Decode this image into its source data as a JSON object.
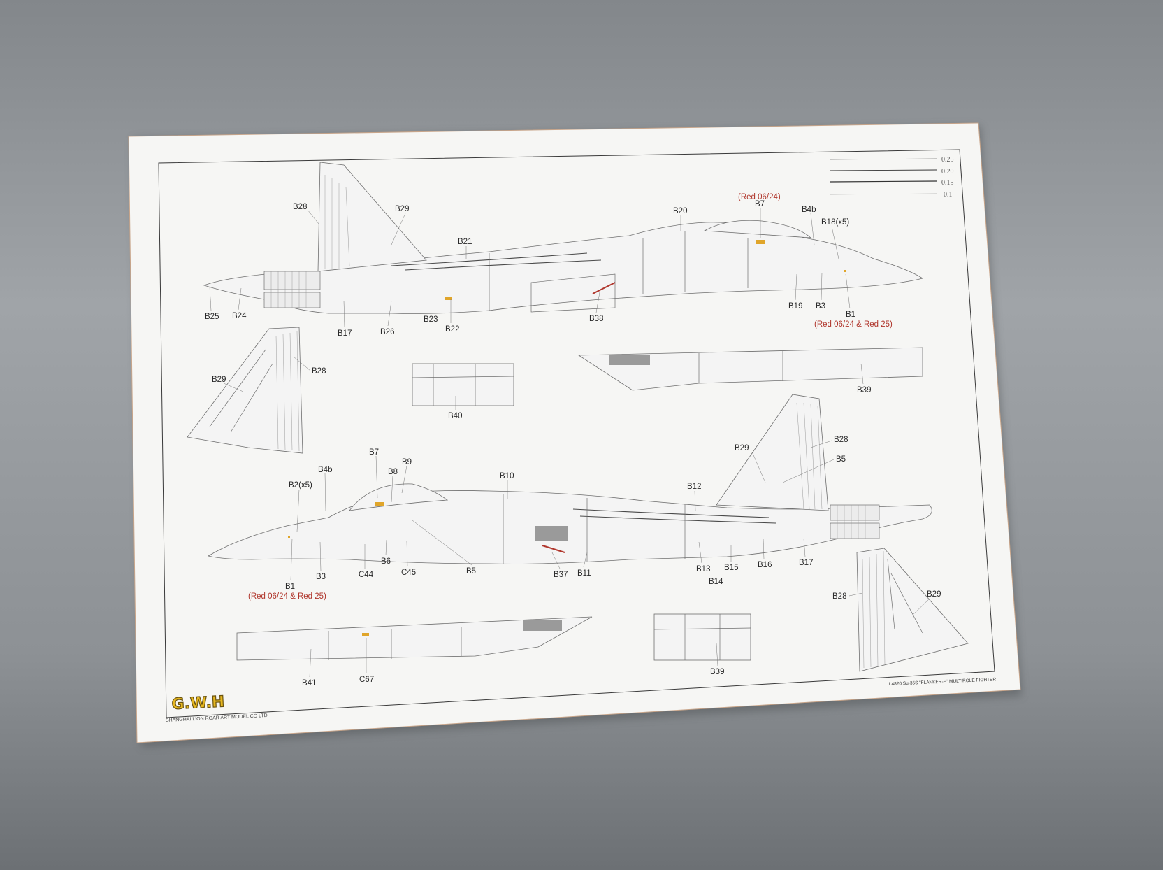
{
  "scale_bar": {
    "labels": [
      "0.25",
      "0.20",
      "0.15",
      "0.1"
    ]
  },
  "side_view_top": {
    "labels": [
      "B28",
      "B29",
      "B21",
      "B20",
      "B7",
      "B4b",
      "B18(x5)",
      "B25",
      "B24",
      "B17",
      "B26",
      "B23",
      "B22",
      "B38",
      "B19",
      "B3",
      "B1"
    ],
    "red_notes": [
      "(Red 06/24)",
      "(Red 06/24 & Red 25)"
    ]
  },
  "tail_left": {
    "labels": [
      "B29",
      "B28"
    ]
  },
  "detail_panels": {
    "labels": [
      "B40",
      "B39"
    ]
  },
  "side_view_bottom": {
    "labels": [
      "B7",
      "B9",
      "B8",
      "B4b",
      "B2(x5)",
      "B10",
      "B12",
      "B29",
      "B28",
      "B5",
      "B1",
      "B3",
      "C44",
      "B6",
      "C45",
      "B5",
      "B37",
      "B11",
      "B13",
      "B15",
      "B16",
      "B17",
      "B14"
    ],
    "red_notes": [
      "(Red 06/24 & Red 25)"
    ]
  },
  "tail_right": {
    "labels": [
      "B28",
      "B29"
    ]
  },
  "lower_panels": {
    "labels": [
      "B41",
      "C67",
      "B39"
    ]
  },
  "footer": {
    "product_line": "L4820 Su-35S \"FLANKER-E\" MULTIROLE FIGHTER",
    "logo": "G.W.H",
    "company": "SHANGHAI LION ROAR ART MODEL CO LTD"
  },
  "colors": {
    "annotation_red": "#b0362c",
    "decal_yellow": "#e0a52a",
    "background_gray": "#8e9297",
    "paper": "#f6f6f4"
  }
}
